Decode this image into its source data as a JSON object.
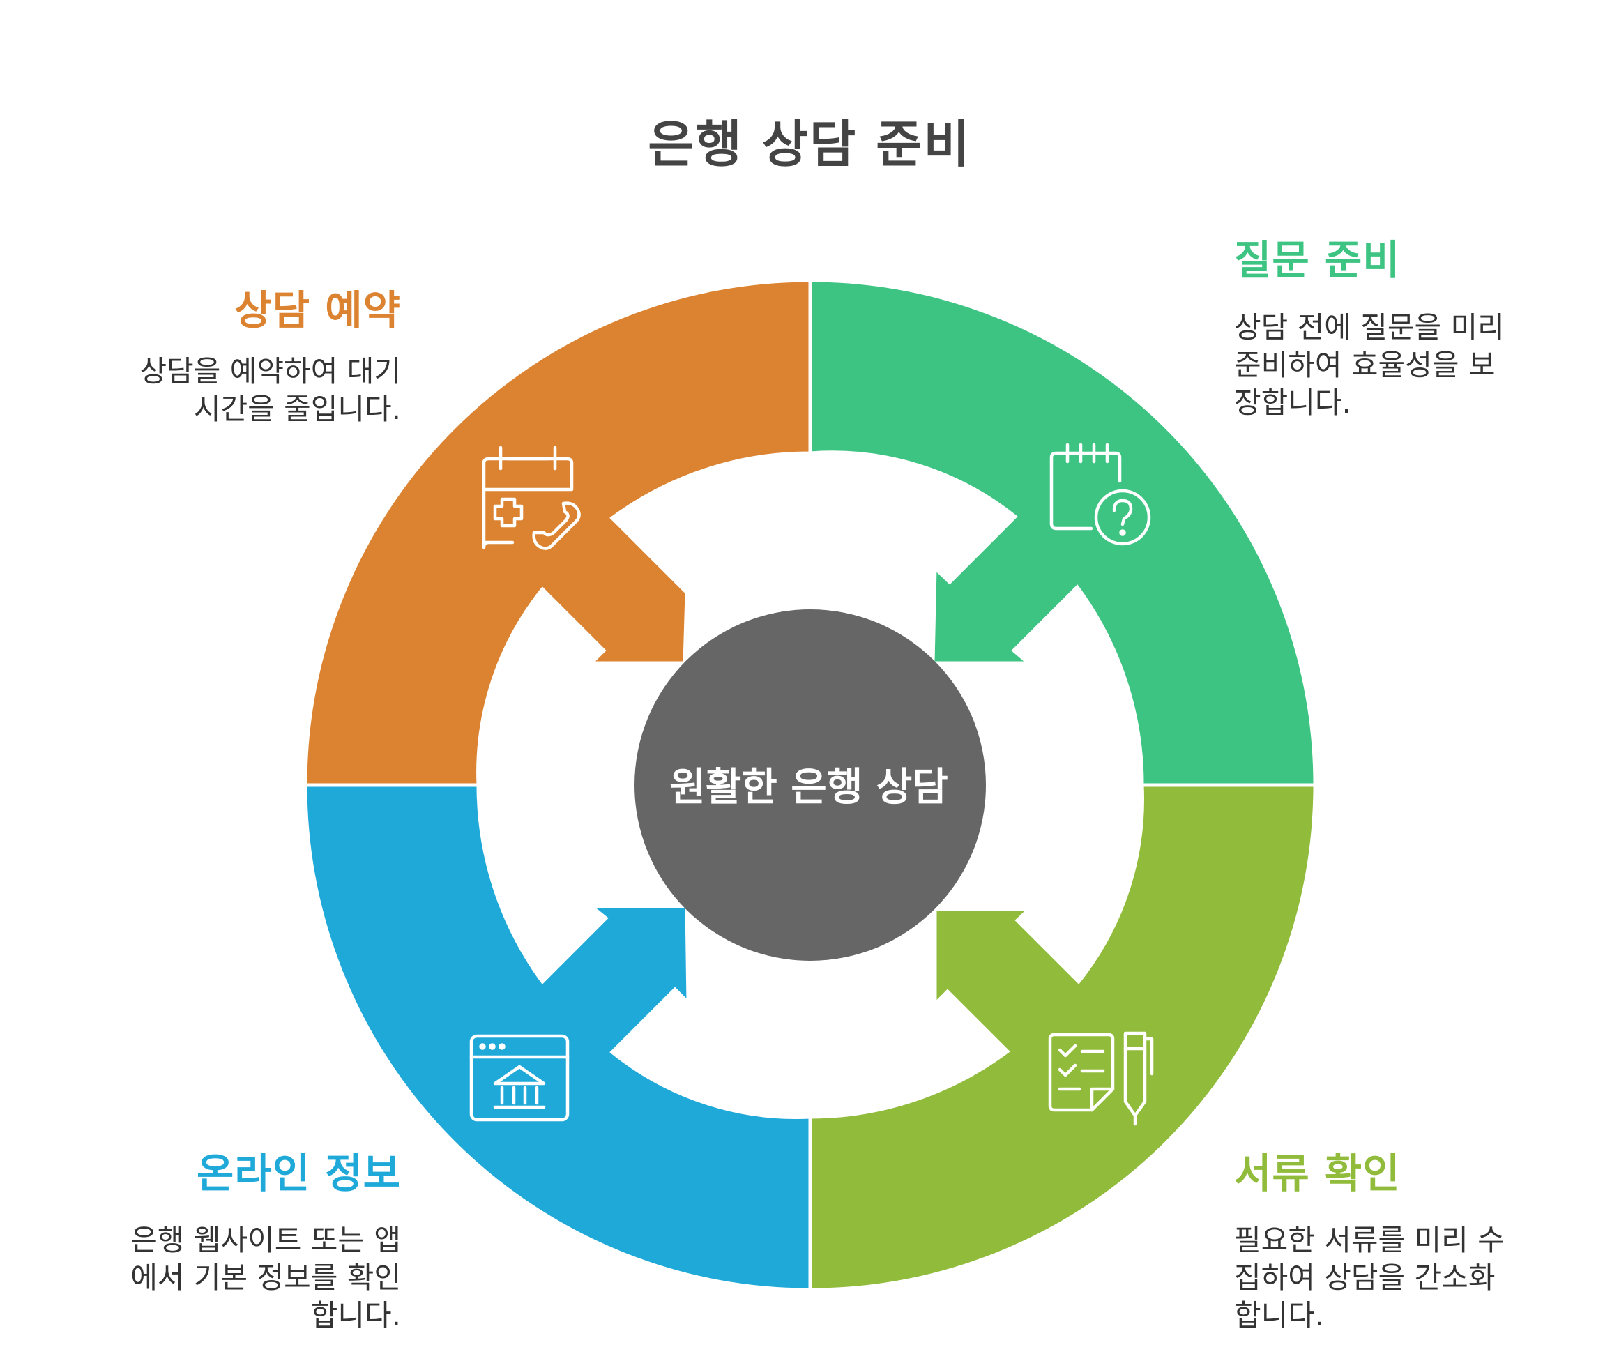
{
  "title": "은행 상담 준비",
  "center": {
    "label": "원활한 은행 상담",
    "color": "#666666"
  },
  "segments": [
    {
      "id": "reservation",
      "label": "상담 예약",
      "description_lines": [
        "상담을 예약하여 대기",
        "시간을 줄입니다."
      ],
      "color": "#DC8331",
      "icon": "calendar-phone-icon"
    },
    {
      "id": "questions",
      "label": "질문 준비",
      "description_lines": [
        "상담 전에 질문을 미리",
        "준비하여 효율성을 보",
        "장합니다."
      ],
      "color": "#3EC482",
      "icon": "calendar-question-icon"
    },
    {
      "id": "online",
      "label": "온라인 정보",
      "description_lines": [
        "은행 웹사이트 또는 앱",
        "에서 기본 정보를 확인",
        "합니다."
      ],
      "color": "#1FA9D9",
      "icon": "bank-website-icon"
    },
    {
      "id": "documents",
      "label": "서류 확인",
      "description_lines": [
        "필요한 서류를 미리 수",
        "집하여 상담을 간소화",
        "합니다."
      ],
      "color": "#91BB3B",
      "icon": "checklist-pen-icon"
    }
  ]
}
